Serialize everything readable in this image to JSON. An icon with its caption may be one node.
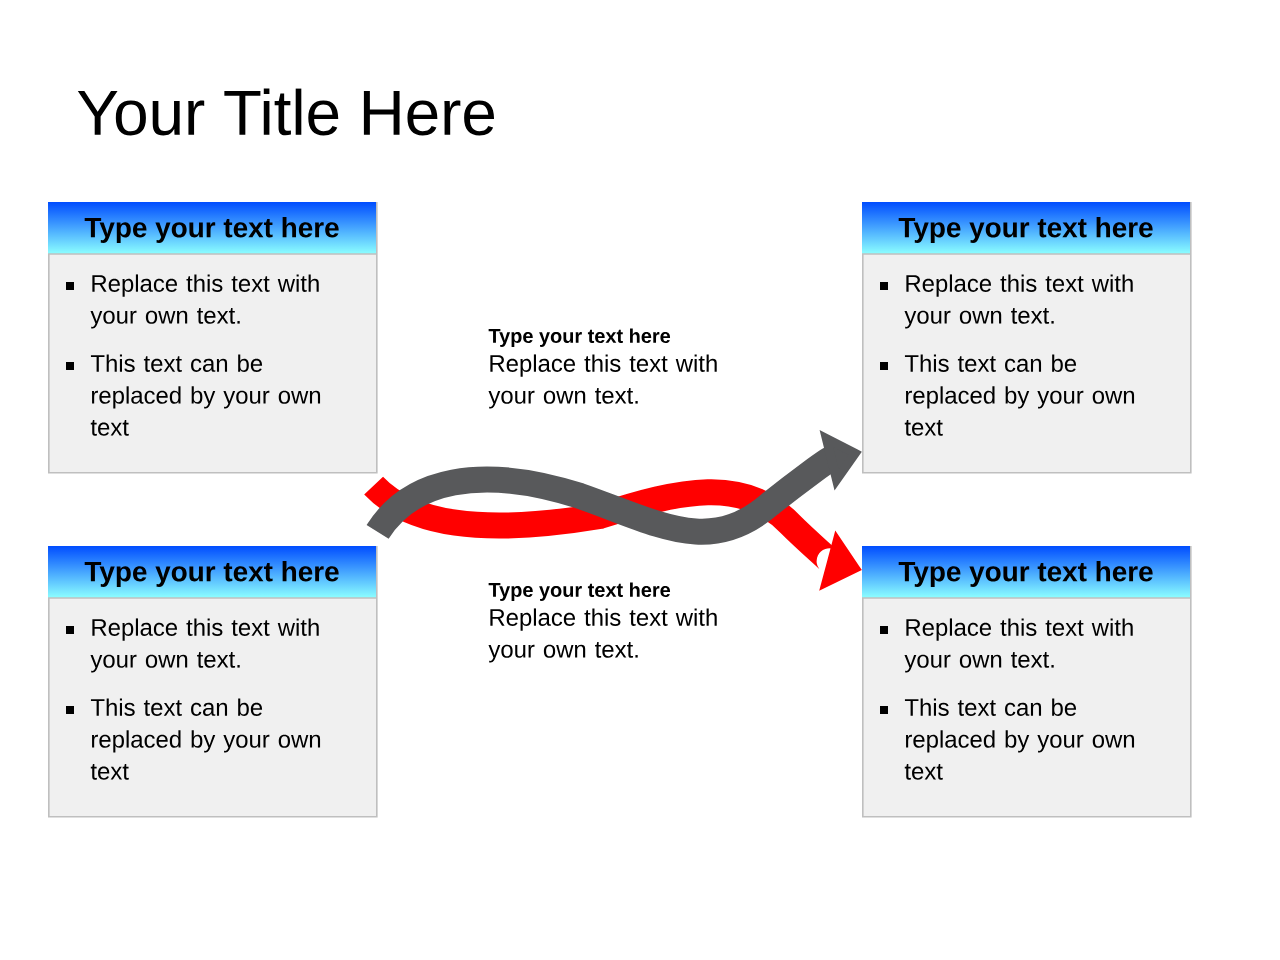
{
  "diagram": {
    "title": "Your Title Here",
    "nodes": [
      {
        "text": [
          "Type your text here",
          "Replace this text with your own text.",
          "This text can be replaced by your own text"
        ]
      },
      {
        "text": [
          "Type your text here",
          "Replace this text with your own text.",
          "This text can be replaced by your own text"
        ]
      },
      {
        "text": [
          "Type your text here",
          "Replace this text with your own text.",
          "This text can be replaced by your own text"
        ]
      },
      {
        "text": [
          "Type your text here",
          "Replace this text with your own text.",
          "This text can be replaced by your own text"
        ]
      }
    ],
    "edges": [
      {
        "from": 0,
        "to": 3,
        "arrow": "to",
        "color": "#ff0000"
      },
      {
        "from": 2,
        "to": 1,
        "arrow": "to",
        "color": "#58595b"
      }
    ],
    "labels": [
      "Type your text here",
      "Replace this text with your own text.",
      "Type your text here",
      "Replace this text with your own text."
    ]
  }
}
